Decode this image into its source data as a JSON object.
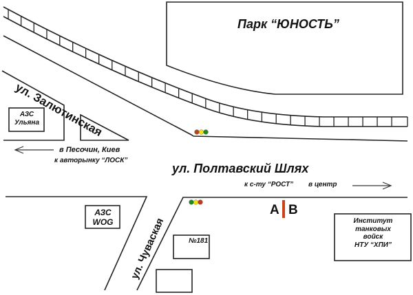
{
  "map": {
    "park": {
      "label": "Парк “ЮНОСТЬ”"
    },
    "streets": {
      "zalyutinskaya": "ул. Залютинская",
      "poltavsky_shlyakh": "ул. Полтавский Шлях",
      "chuvashskaya": "ул. Чуваская"
    },
    "directions": {
      "west_line1": "в Песочин, Киев",
      "west_line2": "к авторынку “ЛОСК”",
      "east_part1": "к с-ту “РОСТ”",
      "east_part2": "в центр"
    },
    "places": {
      "azs_ulyana": [
        "АЗС",
        "Ульяна"
      ],
      "azs_wog": [
        "АЗС",
        "WOG"
      ],
      "building_181": "№181",
      "institute": [
        "Институт",
        "танковых",
        "войск",
        "НТУ “ХПИ”"
      ]
    },
    "stop_markers": {
      "left": "A",
      "right": "B"
    },
    "traffic_light_top": {
      "colors": [
        "#b5461c",
        "#f2e01a",
        "#1e8a1e"
      ]
    },
    "traffic_light_bottom": {
      "colors": [
        "#1e8a1e",
        "#f2e01a",
        "#c23a1a"
      ]
    },
    "colors": {
      "line": "#222222",
      "stop_bar": "#c9421c"
    }
  }
}
